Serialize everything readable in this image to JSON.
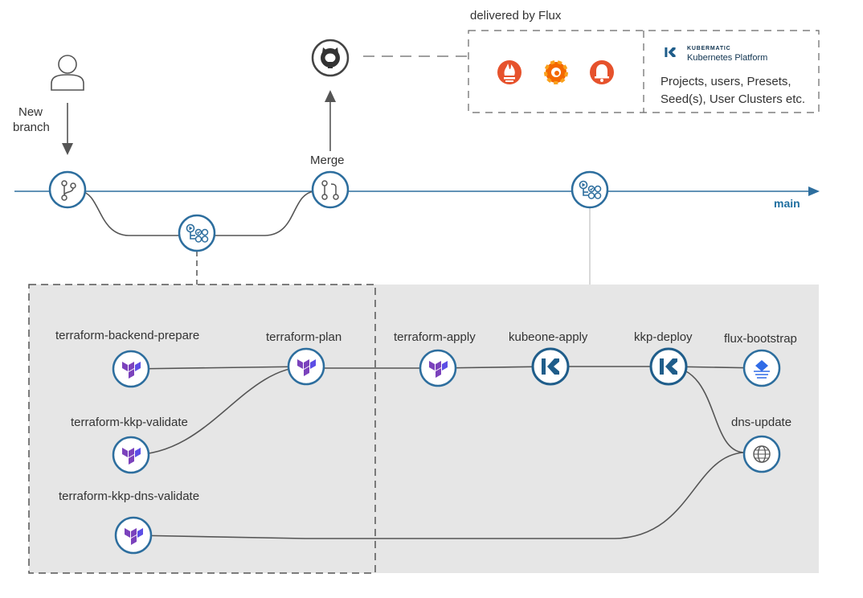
{
  "top": {
    "delivered_by": "delivered by Flux",
    "new_branch": [
      "New",
      "branch"
    ],
    "merge": "Merge",
    "main": "main",
    "kubermatic_brand": "KUBERMATIC",
    "kubermatic_product": "Kubernetes Platform",
    "kkp_objects": [
      "Projects, users, Presets,",
      "Seed(s), User Clusters etc."
    ]
  },
  "jobs": {
    "backend_prepare": "terraform-backend-prepare",
    "kkp_validate": "terraform-kkp-validate",
    "kkp_dns_validate": "terraform-kkp-dns-validate",
    "plan": "terraform-plan",
    "apply": "terraform-apply",
    "kubeone_apply": "kubeone-apply",
    "kkp_deploy": "kkp-deploy",
    "flux_bootstrap": "flux-bootstrap",
    "dns_update": "dns-update"
  },
  "colors": {
    "main_line": "#2d6e9e",
    "node_ring": "#2d6e9e",
    "terraform": "#7b42bc",
    "kubermatic": "#1f5d8a",
    "prometheus": "#e6522c",
    "grafana": "#f46800",
    "alertmanager": "#e6522c",
    "panel_bg": "#e6e6e6",
    "connector": "#666666"
  },
  "icons": {
    "user": "user-icon",
    "github": "github-icon",
    "branch": "git-branch-icon",
    "pull_request": "git-pull-request-icon",
    "pipeline": "pipeline-icon",
    "terraform": "terraform-icon",
    "kubeone": "kubermatic-icon",
    "flux": "flux-icon",
    "dns": "globe-icon",
    "prometheus": "prometheus-icon",
    "grafana": "grafana-icon",
    "alertmanager": "alertmanager-icon"
  }
}
